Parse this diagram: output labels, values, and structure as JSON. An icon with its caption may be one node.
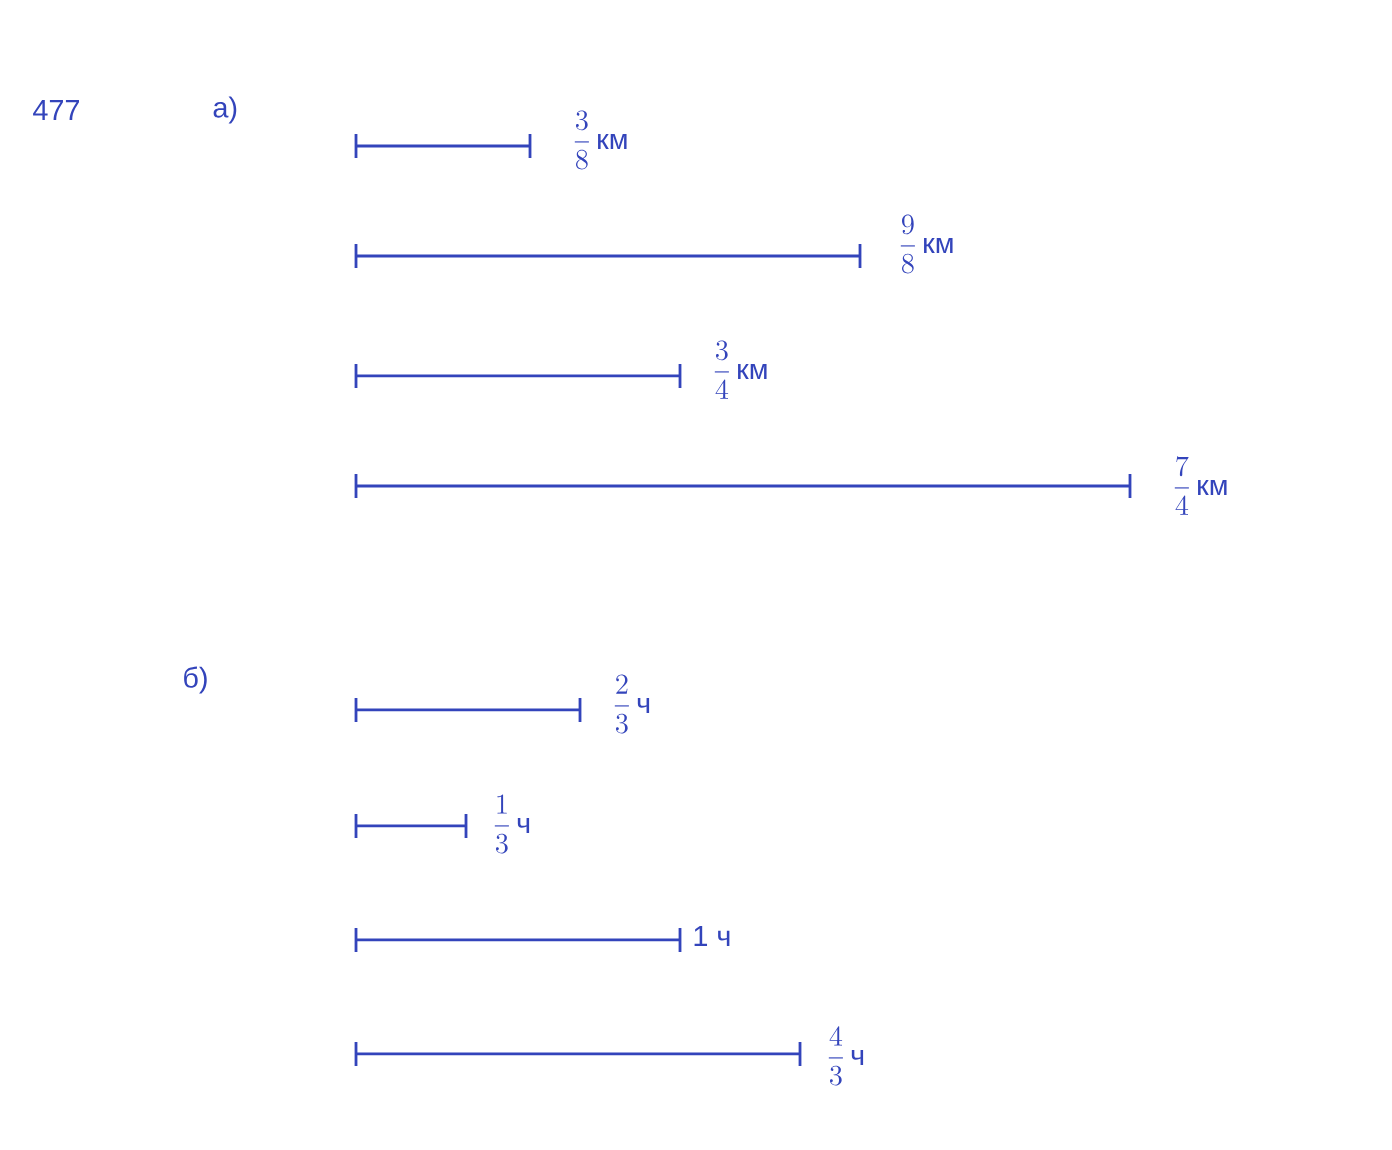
{
  "diagram": {
    "labels": [
      "477",
      "а)",
      "\\frac{3}{8}\\,\\text{км}",
      "\\frac{9}{8}\\,\\text{км}",
      "\\frac{3}{4}\\,\\text{км}",
      "\\frac{7}{4}\\,\\text{км}",
      "б)",
      "\\frac{2}{3}\\,\\text{ч}",
      "\\frac{1}{3}\\,\\text{ч}",
      "1 ч",
      "\\frac{4}{3}\\,\\text{ч}"
    ]
  }
}
